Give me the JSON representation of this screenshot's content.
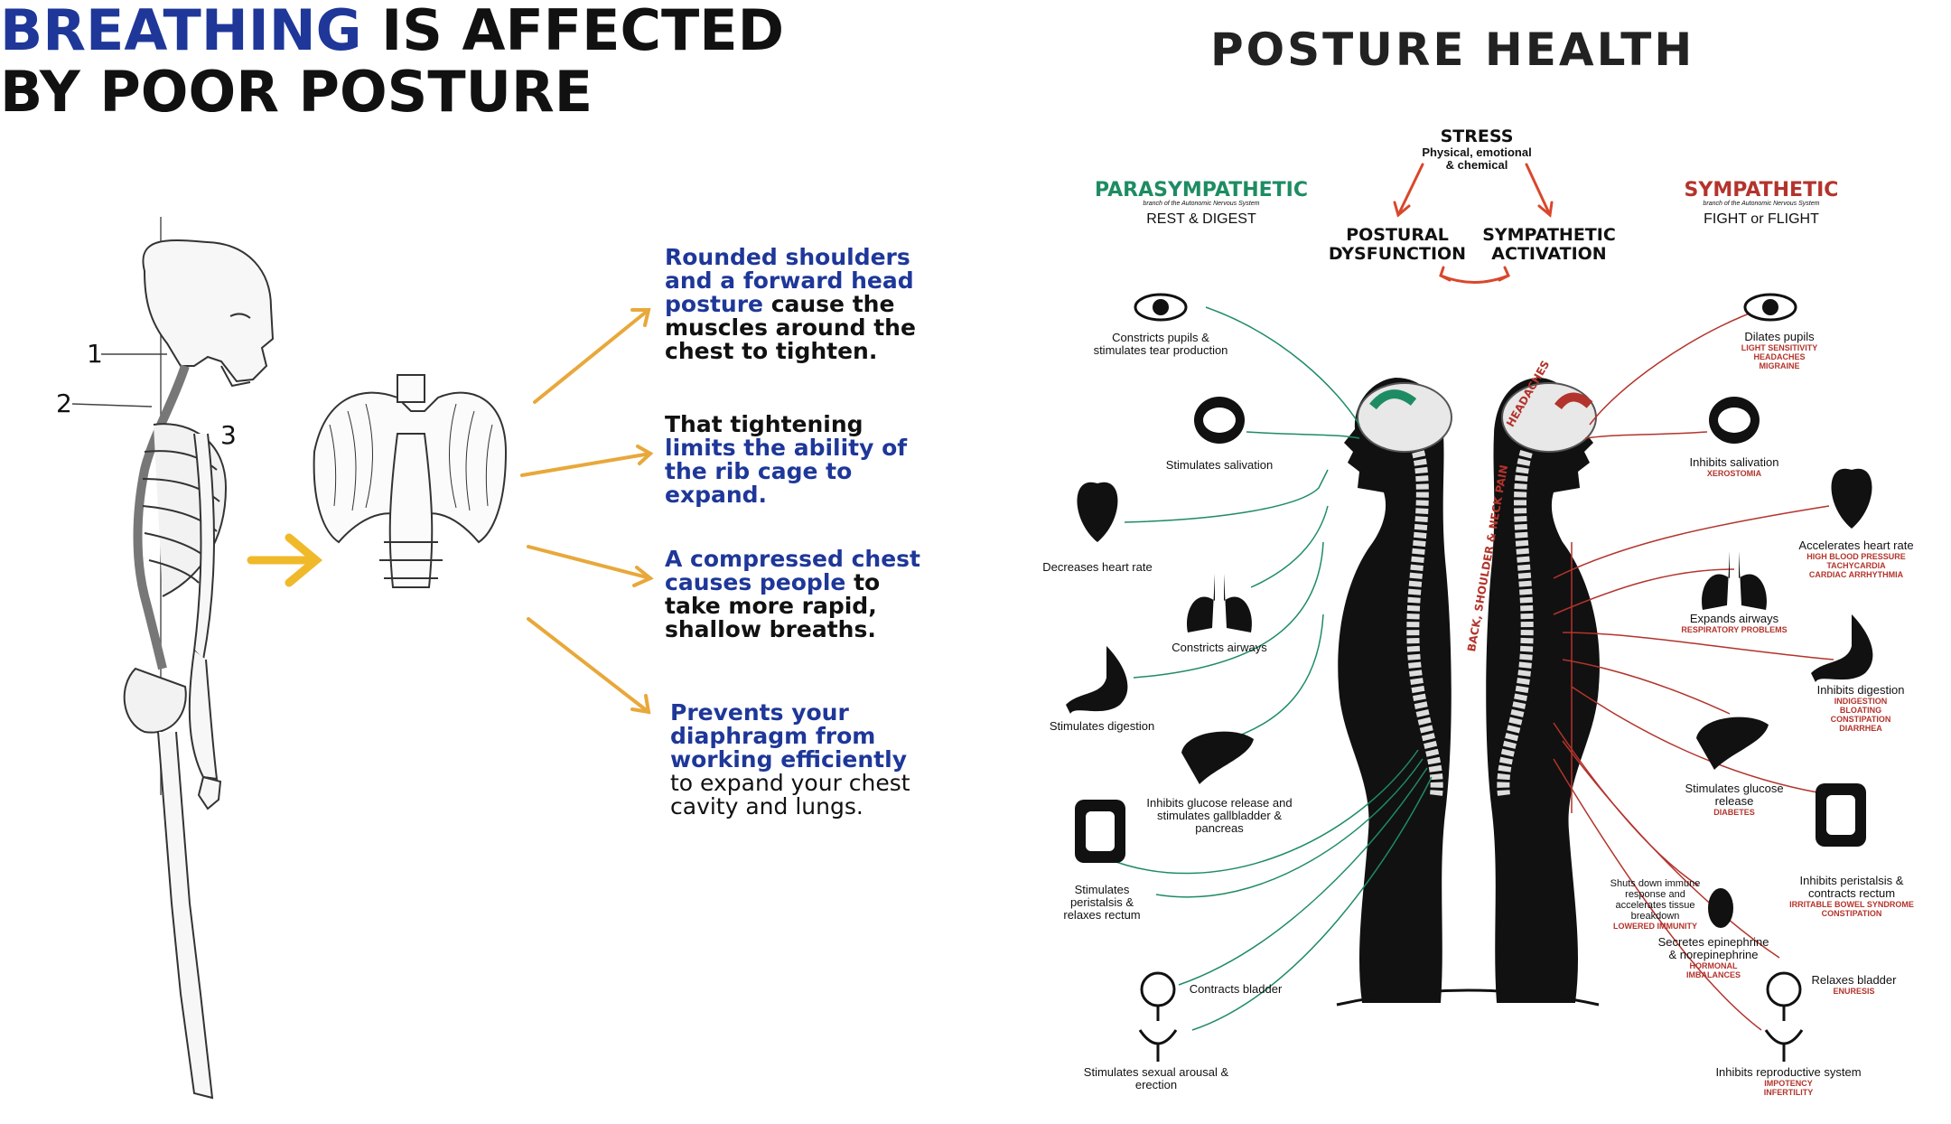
{
  "left": {
    "title_accent": "BREATHING",
    "title_rest1": " IS AFFECTED",
    "title_line2": "BY POOR POSTURE",
    "skeleton_labels": [
      "1",
      "2",
      "3"
    ],
    "callouts": [
      {
        "blue": "Rounded shoulders and a forward head posture",
        "rest": " cause the muscles around the chest to tighten."
      },
      {
        "lead": "That tightening ",
        "blue": "limits the ability of the rib cage to expand."
      },
      {
        "blue": "A compressed chest causes people",
        "rest": " to take more rapid, shallow breaths."
      },
      {
        "blue": "Prevents your diaphragm from working efficiently",
        "rest": " to expand your chest cavity and lungs."
      }
    ]
  },
  "right": {
    "title": "POSTURE HEALTH",
    "stress": {
      "title": "STRESS",
      "sub1": "Physical, emotional",
      "sub2": "& chemical"
    },
    "dysfunction": {
      "line1": "POSTURAL",
      "line2": "DYSFUNCTION"
    },
    "activation": {
      "line1": "SYMPATHETIC",
      "line2": "ACTIVATION"
    },
    "para": {
      "title": "PARASYMPATHETIC",
      "tiny": "branch of the Autonomic Nervous System",
      "sub": "REST & DIGEST"
    },
    "symp": {
      "title": "SYMPATHETIC",
      "tiny": "branch of the Autonomic Nervous System",
      "sub": "FIGHT or FLIGHT"
    },
    "headaches": "HEADACHES",
    "back_pain": "BACK, SHOULDER & NECK PAIN",
    "para_labels": {
      "pupils": "Constricts pupils & stimulates tear production",
      "saliva": "Stimulates salivation",
      "heart": "Decreases heart rate",
      "airways": "Constricts airways",
      "digestion": "Stimulates digestion",
      "glucose": "Inhibits glucose release and stimulates gallbladder & pancreas",
      "peristalsis": "Stimulates peristalsis & relaxes rectum",
      "bladder": "Contracts bladder",
      "sexual": "Stimulates sexual arousal & erection"
    },
    "symp_labels": {
      "pupils": "Dilates pupils",
      "pupils_red": [
        "LIGHT SENSITIVITY",
        "HEADACHES",
        "MIGRAINE"
      ],
      "saliva": "Inhibits salivation",
      "saliva_red": [
        "XEROSTOMIA"
      ],
      "heart": "Accelerates heart rate",
      "heart_red": [
        "HIGH BLOOD PRESSURE",
        "TACHYCARDIA",
        "CARDIAC ARRHYTHMIA"
      ],
      "airways": "Expands airways",
      "airways_red": [
        "RESPIRATORY PROBLEMS"
      ],
      "digestion": "Inhibits digestion",
      "digestion_red": [
        "INDIGESTION",
        "BLOATING",
        "CONSTIPATION",
        "DIARRHEA"
      ],
      "glucose": "Stimulates glucose release",
      "glucose_red": [
        "DIABETES"
      ],
      "immune": "Shuts down immune response and accelerates tissue breakdown",
      "immune_red": [
        "LOWERED IMMUNITY"
      ],
      "epinephrine": "Secretes epinephrine & norepinephrine",
      "epinephrine_red": [
        "HORMONAL",
        "IMBALANCES"
      ],
      "peristalsis": "Inhibits peristalsis & contracts rectum",
      "peristalsis_red": [
        "IRRITABLE BOWEL SYNDROME",
        "CONSTIPATION"
      ],
      "bladder": "Relaxes bladder",
      "bladder_red": [
        "ENURESIS"
      ],
      "reproductive": "Inhibits reproductive system",
      "reproductive_red": [
        "IMPOTENCY",
        "INFERTILITY"
      ]
    }
  },
  "colors": {
    "blue": "#1e3799",
    "green": "#1e8c62",
    "red": "#b3342c",
    "arrow": "#e8a83a",
    "gold": "#f0b92a"
  }
}
